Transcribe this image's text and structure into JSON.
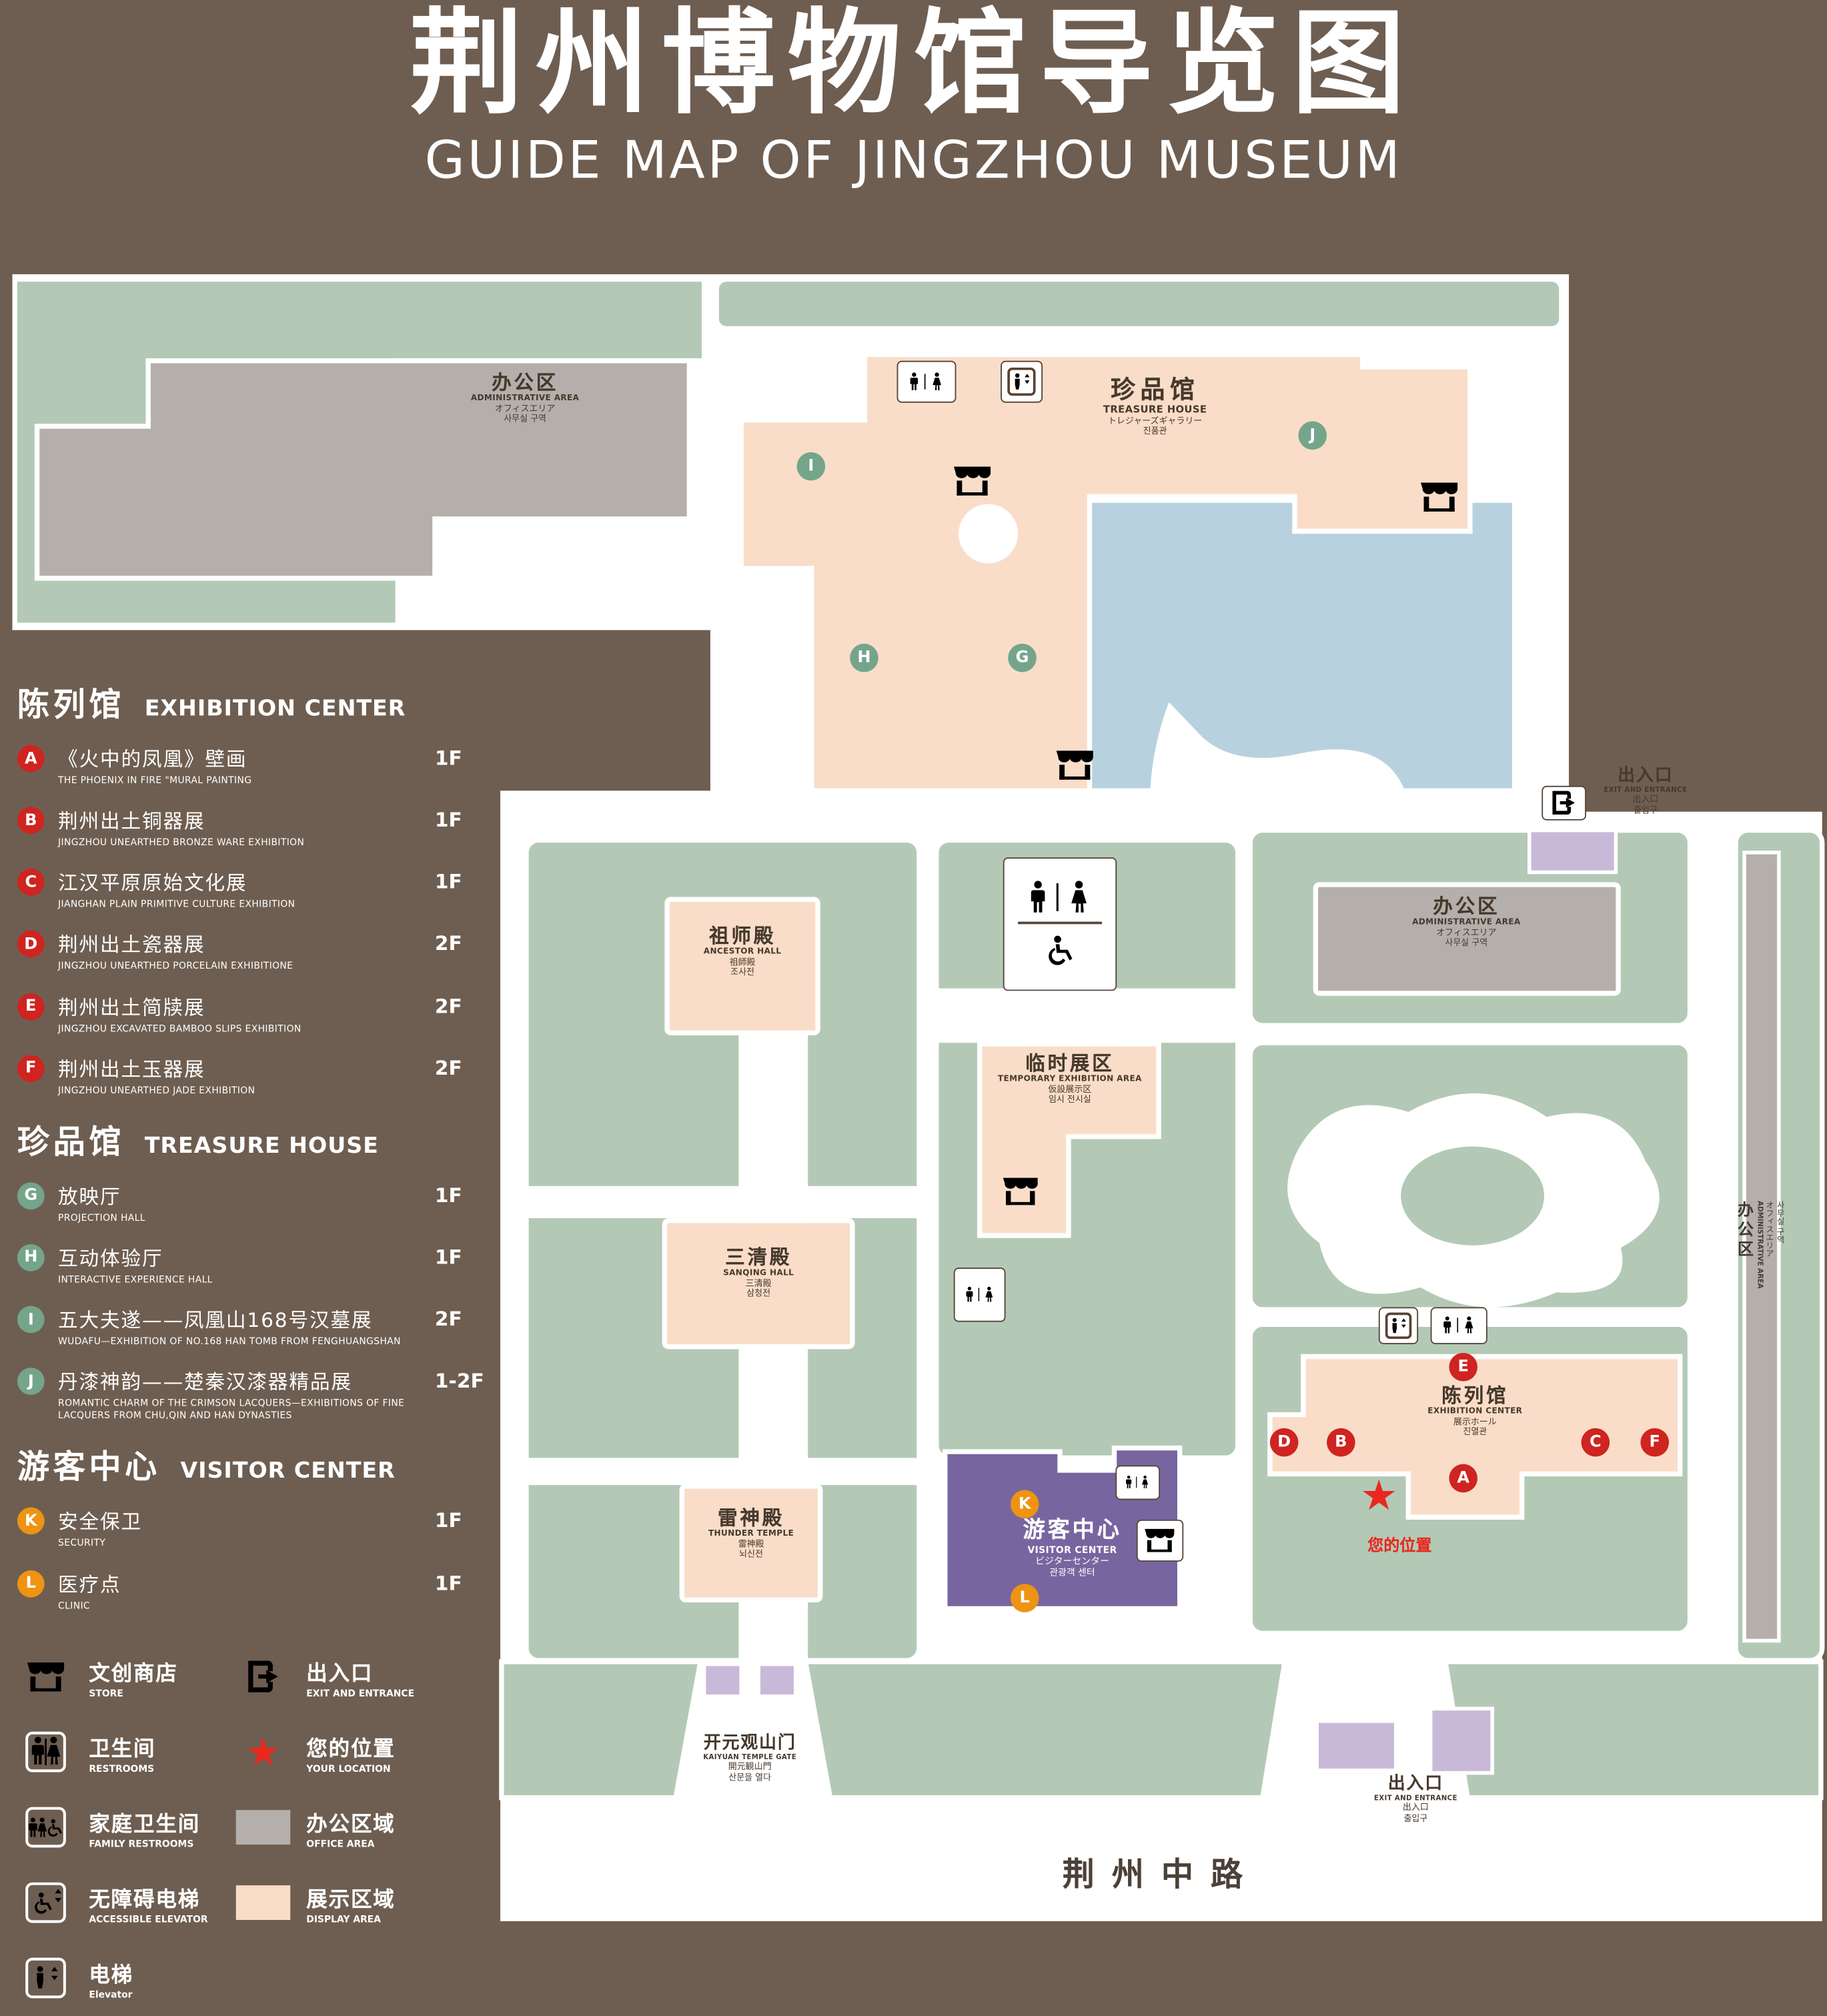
{
  "header": {
    "title": "荆州博物馆导览图",
    "subtitle": "GUIDE MAP OF JINGZHOU MUSEUM"
  },
  "colors": {
    "background": "#6e5e51",
    "lawn_green": "#b3c9b5",
    "display_area_pink": "#f9ddc9",
    "office_area_gray": "#b4afab",
    "pond_blue": "#b7d2de",
    "visitor_center_purple": "#77659f",
    "structure_lavender": "#c9b9d9",
    "marker_red": "#cf2420",
    "marker_green": "#74a58b",
    "marker_orange": "#ee9312",
    "location_red": "#e8281e"
  },
  "sidebar": {
    "sections": [
      {
        "zh": "陈列馆",
        "en": "EXHIBITION CENTER",
        "items": [
          {
            "letter": "A",
            "zh": "《火中的凤凰》壁画",
            "en": "THE PHOENIX IN FIRE \"MURAL PAINTING",
            "floor": "1F"
          },
          {
            "letter": "B",
            "zh": "荆州出土铜器展",
            "en": "JINGZHOU UNEARTHED BRONZE WARE EXHIBITION",
            "floor": "1F"
          },
          {
            "letter": "C",
            "zh": "江汉平原原始文化展",
            "en": "JIANGHAN PLAIN PRIMITIVE CULTURE EXHIBITION",
            "floor": "1F"
          },
          {
            "letter": "D",
            "zh": "荆州出土瓷器展",
            "en": "JINGZHOU UNEARTHED PORCELAIN EXHIBITIONE",
            "floor": "2F"
          },
          {
            "letter": "E",
            "zh": "荆州出土简牍展",
            "en": "JINGZHOU EXCAVATED BAMBOO SLIPS EXHIBITION",
            "floor": "2F"
          },
          {
            "letter": "F",
            "zh": "荆州出土玉器展",
            "en": "JINGZHOU UNEARTHED JADE EXHIBITION",
            "floor": "2F"
          }
        ]
      },
      {
        "zh": "珍品馆",
        "en": "TREASURE HOUSE",
        "items": [
          {
            "letter": "G",
            "zh": "放映厅",
            "en": "PROJECTION HALL",
            "floor": "1F"
          },
          {
            "letter": "H",
            "zh": "互动体验厅",
            "en": "INTERACTIVE EXPERIENCE HALL",
            "floor": "1F"
          },
          {
            "letter": "I",
            "zh": "五大夫遂——凤凰山168号汉墓展",
            "en": "WUDAFU—EXHIBITION OF NO.168 HAN TOMB FROM FENGHUANGSHAN",
            "floor": "2F"
          },
          {
            "letter": "J",
            "zh": "丹漆神韵——楚秦汉漆器精品展",
            "en": "ROMANTIC CHARM OF THE CRIMSON LACQUERS—EXHIBITIONS OF FINE LACQUERS FROM CHU,QIN AND HAN DYNASTIES",
            "floor": "1-2F"
          }
        ]
      },
      {
        "zh": "游客中心",
        "en": "VISITOR CENTER",
        "items": [
          {
            "letter": "K",
            "zh": "安全保卫",
            "en": "SECURITY",
            "floor": "1F"
          },
          {
            "letter": "L",
            "zh": "医疗点",
            "en": "CLINIC",
            "floor": "1F"
          }
        ]
      }
    ],
    "symbols": [
      {
        "icon": "store",
        "zh": "文创商店",
        "en": "STORE"
      },
      {
        "icon": "restroom",
        "zh": "卫生间",
        "en": "RESTROOMS"
      },
      {
        "icon": "family-restroom",
        "zh": "家庭卫生间",
        "en": "FAMILY RESTROOMS"
      },
      {
        "icon": "accessible-elevator",
        "zh": "无障碍电梯",
        "en": "ACCESSIBLE ELEVATOR"
      },
      {
        "icon": "elevator",
        "zh": "电梯",
        "en": "Elevator"
      },
      {
        "icon": "exit",
        "zh": "出入口",
        "en": "EXIT AND ENTRANCE"
      },
      {
        "icon": "star",
        "zh": "您的位置",
        "en": "YOUR LOCATION"
      },
      {
        "icon": "office-swatch",
        "zh": "办公区域",
        "en": "OFFICE AREA"
      },
      {
        "icon": "display-swatch",
        "zh": "展示区域",
        "en": "DISPLAY AREA"
      }
    ]
  },
  "map": {
    "labels": {
      "admin_nw": {
        "zh": "办公区",
        "en": "ADMINISTRATIVE AREA",
        "ja": "オフィスエリア",
        "ko": "사무실 구역"
      },
      "treasure_house": {
        "zh": "珍品馆",
        "en": "TREASURE HOUSE",
        "ja": "トレジャーズギャラリー",
        "ko": "진품관"
      },
      "exit_ne": {
        "zh": "出入口",
        "en": "EXIT AND ENTRANCE",
        "ja": "出入口",
        "ko": "출입구"
      },
      "ancestor_hall": {
        "zh": "祖师殿",
        "en": "ANCESTOR HALL",
        "ja": "祖師殿",
        "ko": "조사전"
      },
      "admin_e": {
        "zh": "办公区",
        "en": "ADMINISTRATIVE AREA",
        "ja": "オフィスエリア",
        "ko": "사무실 구역"
      },
      "temporary": {
        "zh": "临时展区",
        "en": "TEMPORARY EXHIBITION AREA",
        "ja": "仮設展示区",
        "ko": "임시 전시실"
      },
      "sanqing_hall": {
        "zh": "三清殿",
        "en": "SANQING HALL",
        "ja": "三清殿",
        "ko": "삼청전"
      },
      "thunder_temple": {
        "zh": "雷神殿",
        "en": "THUNDER TEMPLE",
        "ja": "雷神殿",
        "ko": "뇌신전"
      },
      "visitor_center": {
        "zh": "游客中心",
        "en": "VISITOR CENTER",
        "ja": "ビジターセンター",
        "ko": "관광객 센터"
      },
      "exhibition_center": {
        "zh": "陈列馆",
        "en": "EXHIBITION CENTER",
        "ja": "展示ホール",
        "ko": "진열관"
      },
      "your_location": {
        "zh": "您的位置"
      },
      "gate": {
        "zh": "开元观山门",
        "en": "KAIYUAN TEMPLE GATE",
        "ja": "開元観山門",
        "ko": "산문을 열다"
      },
      "exit_s": {
        "zh": "出入口",
        "en": "EXIT AND ENTRANCE",
        "ja": "出入口",
        "ko": "출입구"
      },
      "road": {
        "zh": "荆州中路"
      },
      "admin_far_e": {
        "zh": "办公区",
        "en": "ADMINISTRATIVE AREA",
        "ja": "オフィスエリア",
        "ko": "사무실 구역"
      }
    },
    "markers": {
      "A": "A",
      "B": "B",
      "C": "C",
      "D": "D",
      "E": "E",
      "F": "F",
      "G": "G",
      "H": "H",
      "I": "I",
      "J": "J",
      "K": "K",
      "L": "L"
    }
  }
}
